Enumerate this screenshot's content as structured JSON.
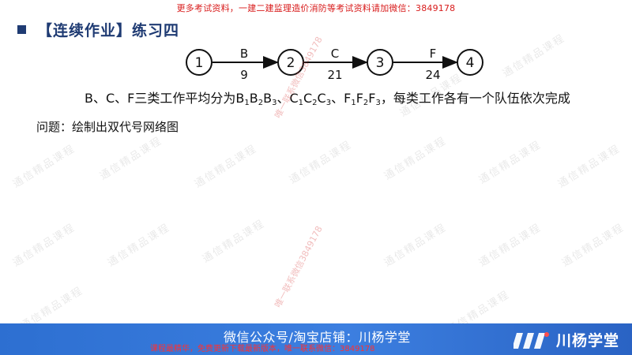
{
  "banner": {
    "text": "更多考试资料，一建二建监理造价消防等考试资料请加微信：3849178"
  },
  "slide": {
    "title": "【连续作业】练习四",
    "network": {
      "nodes": [
        "1",
        "2",
        "3",
        "4"
      ],
      "arrows": [
        {
          "label": "B",
          "duration": "9"
        },
        {
          "label": "C",
          "duration": "21"
        },
        {
          "label": "F",
          "duration": "24"
        }
      ]
    },
    "description": {
      "prefix": "B、C、F三类工作平均分为",
      "groups": [
        {
          "letter": "B",
          "subs": [
            "1",
            "2",
            "3"
          ]
        },
        {
          "letter": "C",
          "subs": [
            "1",
            "2",
            "3"
          ]
        },
        {
          "letter": "F",
          "subs": [
            "1",
            "2",
            "3"
          ]
        }
      ],
      "suffix": "，每类工作各有一个队伍依次完成"
    },
    "question": "问题：绘制出双代号网络图"
  },
  "watermarks": {
    "repeat_text": "通信精品课程",
    "red_text": "唯一联系微信3849178"
  },
  "footer": {
    "main_text": "微信公众号/淘宝店铺：川杨学堂",
    "red_text": "课程最精华，免费更新下载最新版本，唯一联系微信：3849178",
    "brand_name": "川杨学堂"
  },
  "colors": {
    "title": "#1f3b73",
    "footer_bg": "#2d6fd1",
    "banner_red": "#d81b1b"
  }
}
